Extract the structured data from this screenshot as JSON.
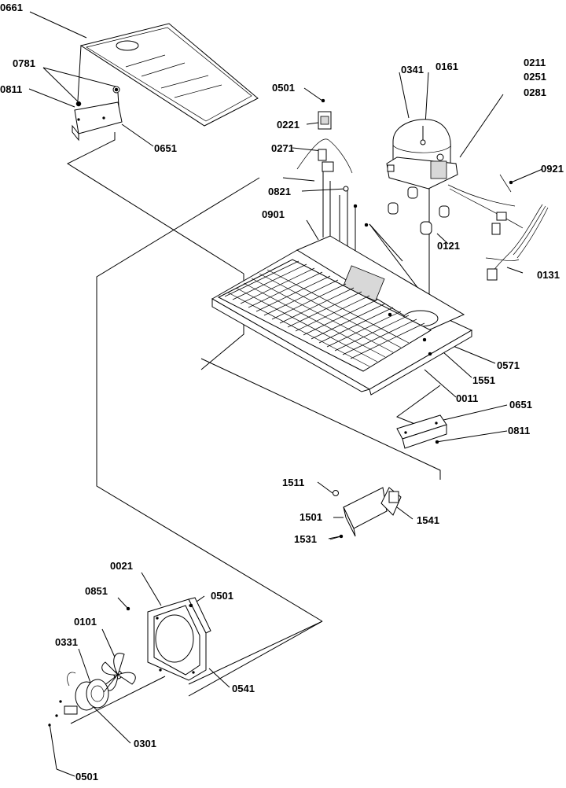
{
  "callouts": [
    "0661",
    "0781",
    "0811",
    "0651",
    "0501",
    "0221",
    "0271",
    "0341",
    "0161",
    "0211",
    "0251",
    "0281",
    "0921",
    "0821",
    "0901",
    "0121",
    "0131",
    "0571",
    "1551",
    "0011",
    "0651",
    "0811",
    "1511",
    "1501",
    "1541",
    "1531",
    "0021",
    "0851",
    "0501",
    "0101",
    "0331",
    "0541",
    "0301",
    "0501"
  ]
}
